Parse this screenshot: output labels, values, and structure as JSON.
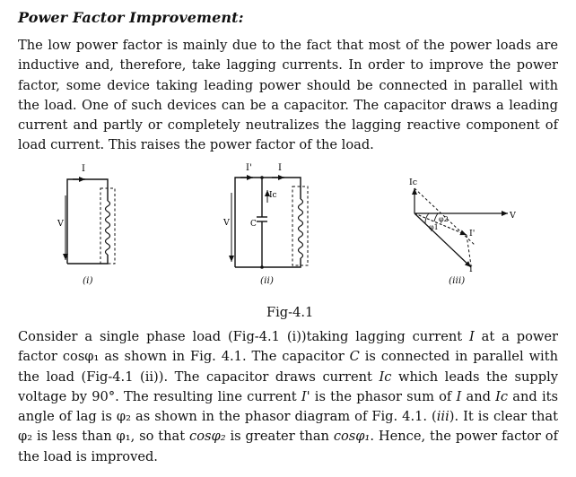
{
  "title": "Power Factor Improvement:",
  "para1": "The low power factor is mainly due to the fact that most of the power loads are inductive and, therefore, take lagging currents. In order to improve the power factor, some device taking leading power should be connected in parallel with the load. One of such devices can be a capacitor. The capacitor draws a leading current and partly or completely neutralizes the lagging reactive component of load current. This raises the power factor of the load.",
  "figure": {
    "caption": "Fig-4.1",
    "sub_captions": [
      "(i)",
      "(ii)",
      "(iii)"
    ],
    "labels": {
      "current_I": "I",
      "current_I_prime": "I'",
      "voltage_V": "V",
      "cap_current": "Ic",
      "cap_label": "C",
      "phi1": "φ1",
      "phi2": "φ2"
    }
  },
  "para2": {
    "s1": "Consider a single phase load (Fig-4.1 (i))taking lagging current ",
    "i1": "I",
    "s2": " at a power factor cosφ₁ as shown in Fig. 4.1. The capacitor ",
    "i2": "C",
    "s3": " is connected in parallel with the load (Fig-4.1 (ii)). The capacitor draws current ",
    "i3": "Ic",
    "s4": " which leads the supply voltage by 90°. The resulting line current ",
    "i4": "I'",
    "s5": " is the phasor sum of ",
    "i5": "I",
    "s6": " and ",
    "i6": "Ic",
    "s7": " and its angle of lag is φ₂ as shown in the phasor diagram of Fig. 4.1. (",
    "i7": "iii",
    "s8": "). It is clear that φ₂ is less than φ₁, so that ",
    "i8": "cosφ₂",
    "s9": " is greater than ",
    "i9": "cosφ₁",
    "s10": ". Hence, the power factor of the load is improved."
  }
}
